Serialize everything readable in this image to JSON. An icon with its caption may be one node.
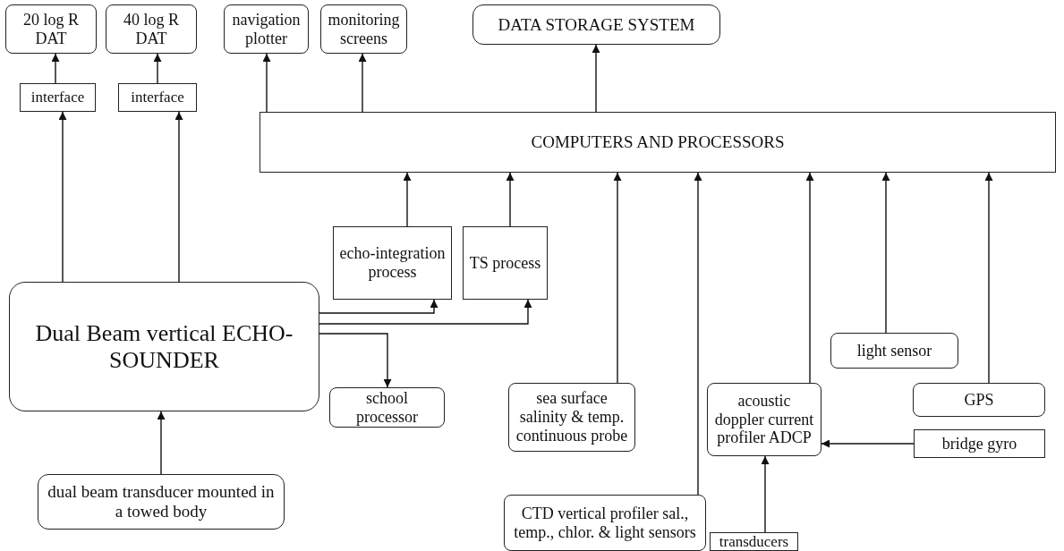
{
  "diagram": {
    "nodes": [
      {
        "text": [
          "20 log R DAT"
        ]
      },
      {
        "text": [
          "40 log R DAT"
        ]
      },
      {
        "text": [
          "navigation plotter"
        ]
      },
      {
        "text": [
          "monitoring screens"
        ]
      },
      {
        "text": [
          "DATA STORAGE SYSTEM"
        ]
      },
      {
        "text": [
          "interface"
        ]
      },
      {
        "text": [
          "interface"
        ]
      },
      {
        "text": [
          "COMPUTERS AND PROCESSORS"
        ]
      },
      {
        "text": [
          "echo-integration process"
        ]
      },
      {
        "text": [
          "TS process"
        ]
      },
      {
        "text": [
          "Dual Beam vertical ECHO-SOUNDER"
        ]
      },
      {
        "text": [
          "light sensor"
        ]
      },
      {
        "text": [
          "school processor"
        ]
      },
      {
        "text": [
          "sea surface salinity & temp. continuous probe"
        ]
      },
      {
        "text": [
          "acoustic doppler current profiler ADCP"
        ]
      },
      {
        "text": [
          "GPS"
        ]
      },
      {
        "text": [
          "bridge gyro"
        ]
      },
      {
        "text": [
          "dual beam transducer mounted in a towed body"
        ]
      },
      {
        "text": [
          "CTD vertical profiler sal., temp., chlor. & light sensors"
        ]
      },
      {
        "text": [
          "transducers"
        ]
      }
    ],
    "edges": [
      {
        "from": 5,
        "to": 0,
        "arrow": "to"
      },
      {
        "from": 6,
        "to": 1,
        "arrow": "to"
      },
      {
        "from": 7,
        "to": 2,
        "arrow": "to"
      },
      {
        "from": 7,
        "to": 3,
        "arrow": "to"
      },
      {
        "from": 7,
        "to": 4,
        "arrow": "to"
      },
      {
        "from": 10,
        "to": 5,
        "arrow": "to"
      },
      {
        "from": 10,
        "to": 6,
        "arrow": "to"
      },
      {
        "from": 8,
        "to": 7,
        "arrow": "to"
      },
      {
        "from": 9,
        "to": 7,
        "arrow": "to"
      },
      {
        "from": 13,
        "to": 7,
        "arrow": "to"
      },
      {
        "from": 18,
        "to": 7,
        "arrow": "to"
      },
      {
        "from": 14,
        "to": 7,
        "arrow": "to"
      },
      {
        "from": 11,
        "to": 7,
        "arrow": "to"
      },
      {
        "from": 15,
        "to": 7,
        "arrow": "to"
      },
      {
        "from": 10,
        "to": 8,
        "arrow": "to"
      },
      {
        "from": 10,
        "to": 9,
        "arrow": "to"
      },
      {
        "from": 10,
        "to": 12,
        "arrow": "to"
      },
      {
        "from": 17,
        "to": 10,
        "arrow": "to"
      },
      {
        "from": 16,
        "to": 14,
        "arrow": "to"
      },
      {
        "from": 19,
        "to": 14,
        "arrow": "to"
      }
    ]
  }
}
